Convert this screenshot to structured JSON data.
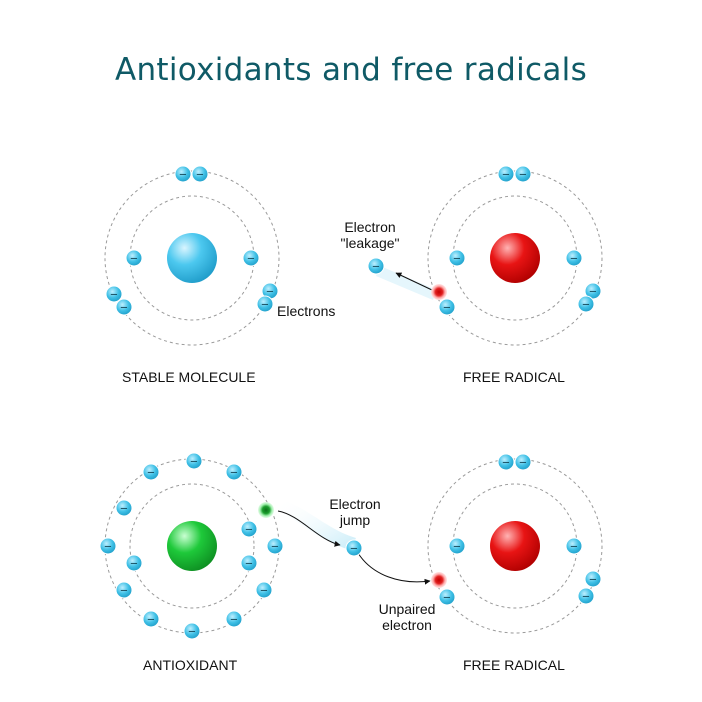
{
  "title": "Antioxidants and free radicals",
  "captions": {
    "stable": "STABLE MOLECULE",
    "free_radical_top": "FREE RADICAL",
    "antioxidant": "ANTIOXIDANT",
    "free_radical_bottom": "FREE RADICAL"
  },
  "notes": {
    "electrons": "Electrons",
    "leakage_line1": "Electron",
    "leakage_line2": "\"leakage\"",
    "jump_line1": "Electron",
    "jump_line2": "jump",
    "unpaired_line1": "Unpaired",
    "unpaired_line2": "electron"
  },
  "electron_symbol": "−",
  "colors": {
    "title": "#0f5a66",
    "electron": "#3fc0e6",
    "stable_nucleus": "#4cc8ef",
    "radical_nucleus": "#e81414",
    "antioxidant_nucleus": "#1ec93a",
    "unpaired_radical": "#e02020",
    "unpaired_antioxidant": "#1a9e2c"
  }
}
